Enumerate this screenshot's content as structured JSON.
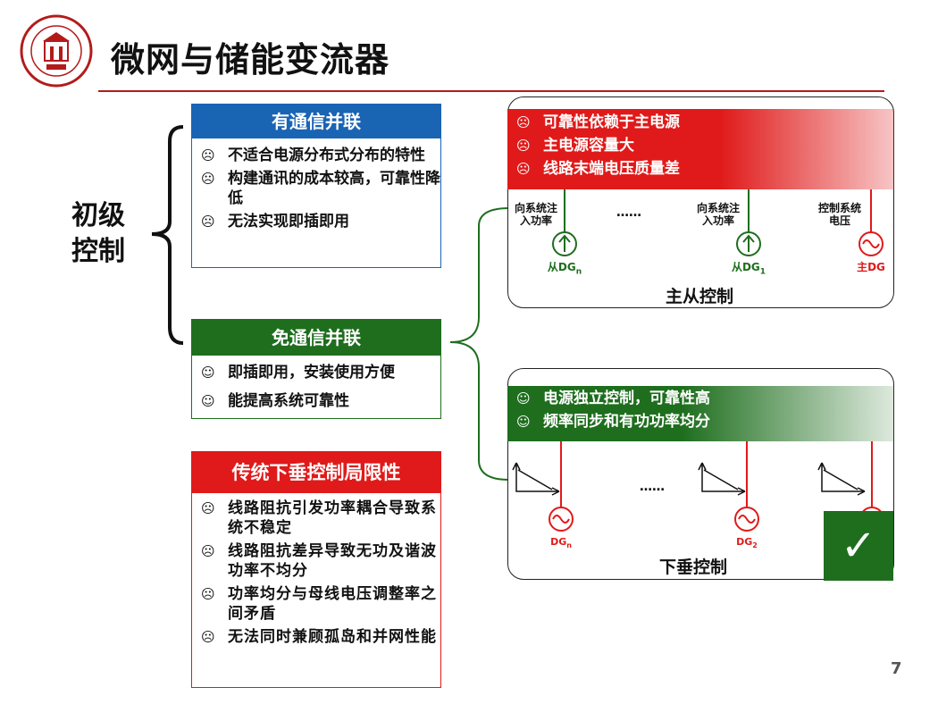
{
  "header": {
    "title": "微网与储能变流器",
    "page_number": "7",
    "accent_color": "#b31b1b",
    "logo_icon": "university-seal"
  },
  "left": {
    "category": "初级控制"
  },
  "comm": {
    "title": "有通信并联",
    "color": "#1a64b4",
    "items": [
      "不适合电源分布式分布的特性",
      "构建通讯的成本较高，可靠性降低",
      "无法实现即插即用"
    ]
  },
  "nocomm": {
    "title": "免通信并联",
    "color": "#1e6e1e",
    "items": [
      "即插即用，安装使用方便",
      "能提高系统可靠性"
    ]
  },
  "droop_limits": {
    "title": "传统下垂控制局限性",
    "color": "#e01a1a",
    "items": [
      "线路阻抗引发功率耦合导致系统不稳定",
      "线路阻抗差异导致无功及谐波功率不均分",
      "功率均分与母线电压调整率之间矛盾",
      "无法同时兼顾孤岛和并网性能"
    ]
  },
  "master_slave": {
    "caption": "主从控制",
    "band": [
      "可靠性依赖于主电源",
      "主电源容量大",
      "线路末端电压质量差"
    ],
    "units": [
      {
        "label": "向系统注入功率",
        "dg": "从DG",
        "sub": "n"
      },
      {
        "label": "向系统注入功率",
        "dg": "从DG",
        "sub": "1"
      },
      {
        "label": "控制系统电压",
        "dg": "主DG",
        "sub": ""
      }
    ],
    "ellipsis": "……"
  },
  "droop": {
    "caption": "下垂控制",
    "band": [
      "电源独立控制，可靠性高",
      "频率同步和有功功率均分"
    ],
    "units": [
      {
        "dg": "DG",
        "sub": "n"
      },
      {
        "dg": "DG",
        "sub": "2"
      }
    ],
    "ellipsis": "……",
    "check": "✓"
  },
  "icons": {
    "sad": "☹",
    "smile": "☺"
  }
}
